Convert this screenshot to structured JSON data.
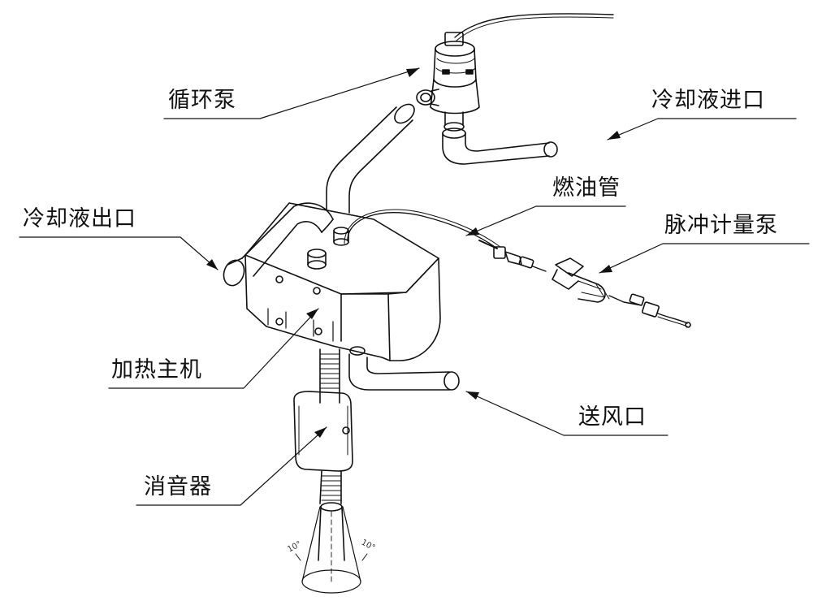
{
  "labels": {
    "circulation_pump": "循环泵",
    "coolant_inlet": "冷却液进口",
    "fuel_pipe": "燃油管",
    "coolant_outlet": "冷却液出口",
    "pulse_metering_pump": "脉冲计量泵",
    "heater_main_unit": "加热主机",
    "air_outlet": "送风口",
    "muffler": "消音器"
  },
  "angle_marks": {
    "left": "10°",
    "right": "10°"
  },
  "colors": {
    "line": "#111111",
    "shade": "#888888",
    "background": "#ffffff"
  }
}
